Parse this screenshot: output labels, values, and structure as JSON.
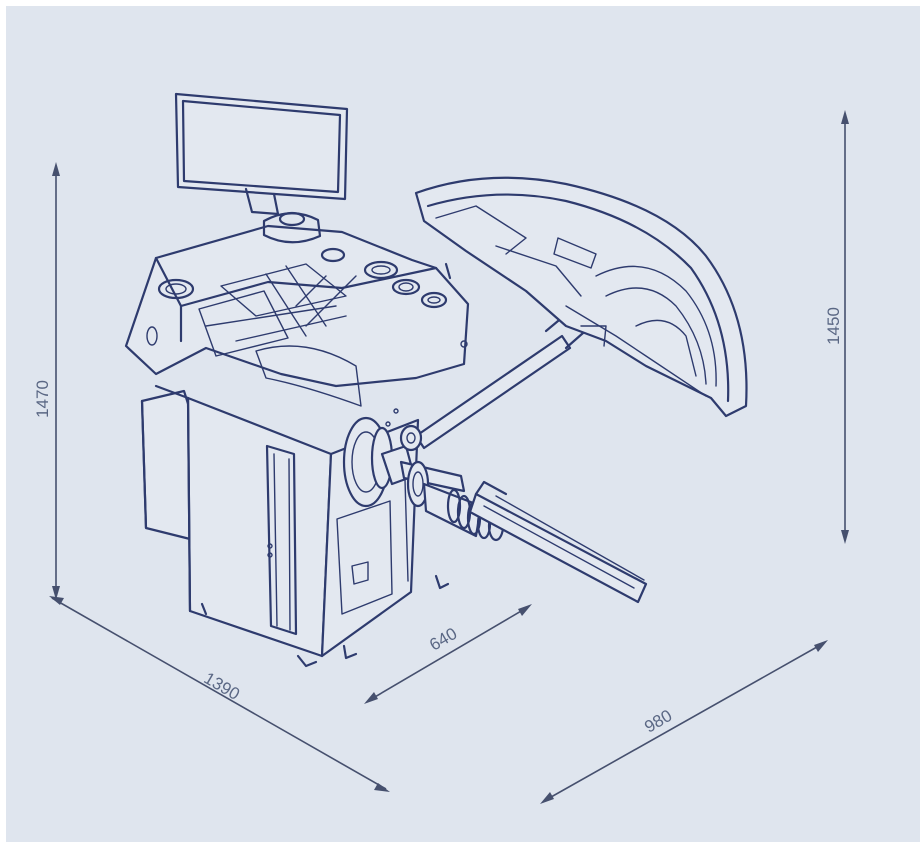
{
  "dimensions": {
    "height_left": "1470",
    "height_right": "1450",
    "length_front": "1390",
    "depth_side": "640",
    "depth_arm": "980"
  },
  "colors": {
    "background": "#dfe5ee",
    "line": "#2e3b6e",
    "dimension": "#46506e",
    "label": "#5a6784"
  }
}
